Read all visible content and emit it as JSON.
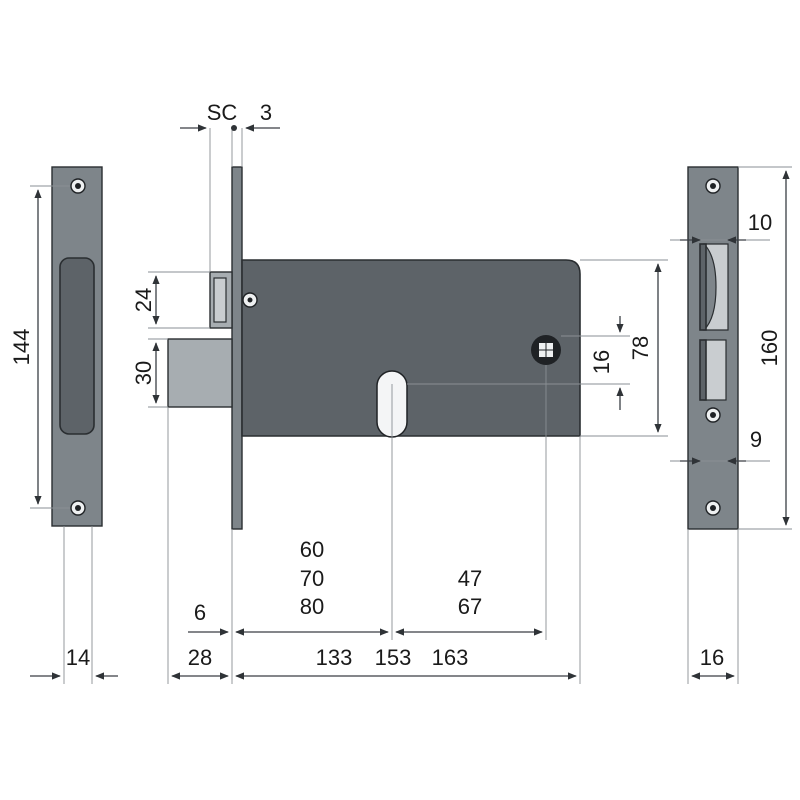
{
  "labels": {
    "sc": "SC",
    "backset_gap": "3",
    "faceplate_height": "144",
    "faceplate_width": "14",
    "latch_height": "24",
    "bolt_height": "30",
    "body_height": "78",
    "follower_size": "16",
    "backset_options": [
      "60",
      "70",
      "80"
    ],
    "distance_options": [
      "47",
      "67"
    ],
    "bolt_offset": "6",
    "bolt_throw": "28",
    "overall_lengths": [
      "133",
      "153",
      "163"
    ],
    "strike_top_gap": "10",
    "strike_height": "160",
    "strike_bottom_gap": "9",
    "strike_width": "16"
  },
  "colors": {
    "plate": "#5d6368",
    "bolt": "#a7adb1",
    "dimension": "#3a3f44"
  }
}
